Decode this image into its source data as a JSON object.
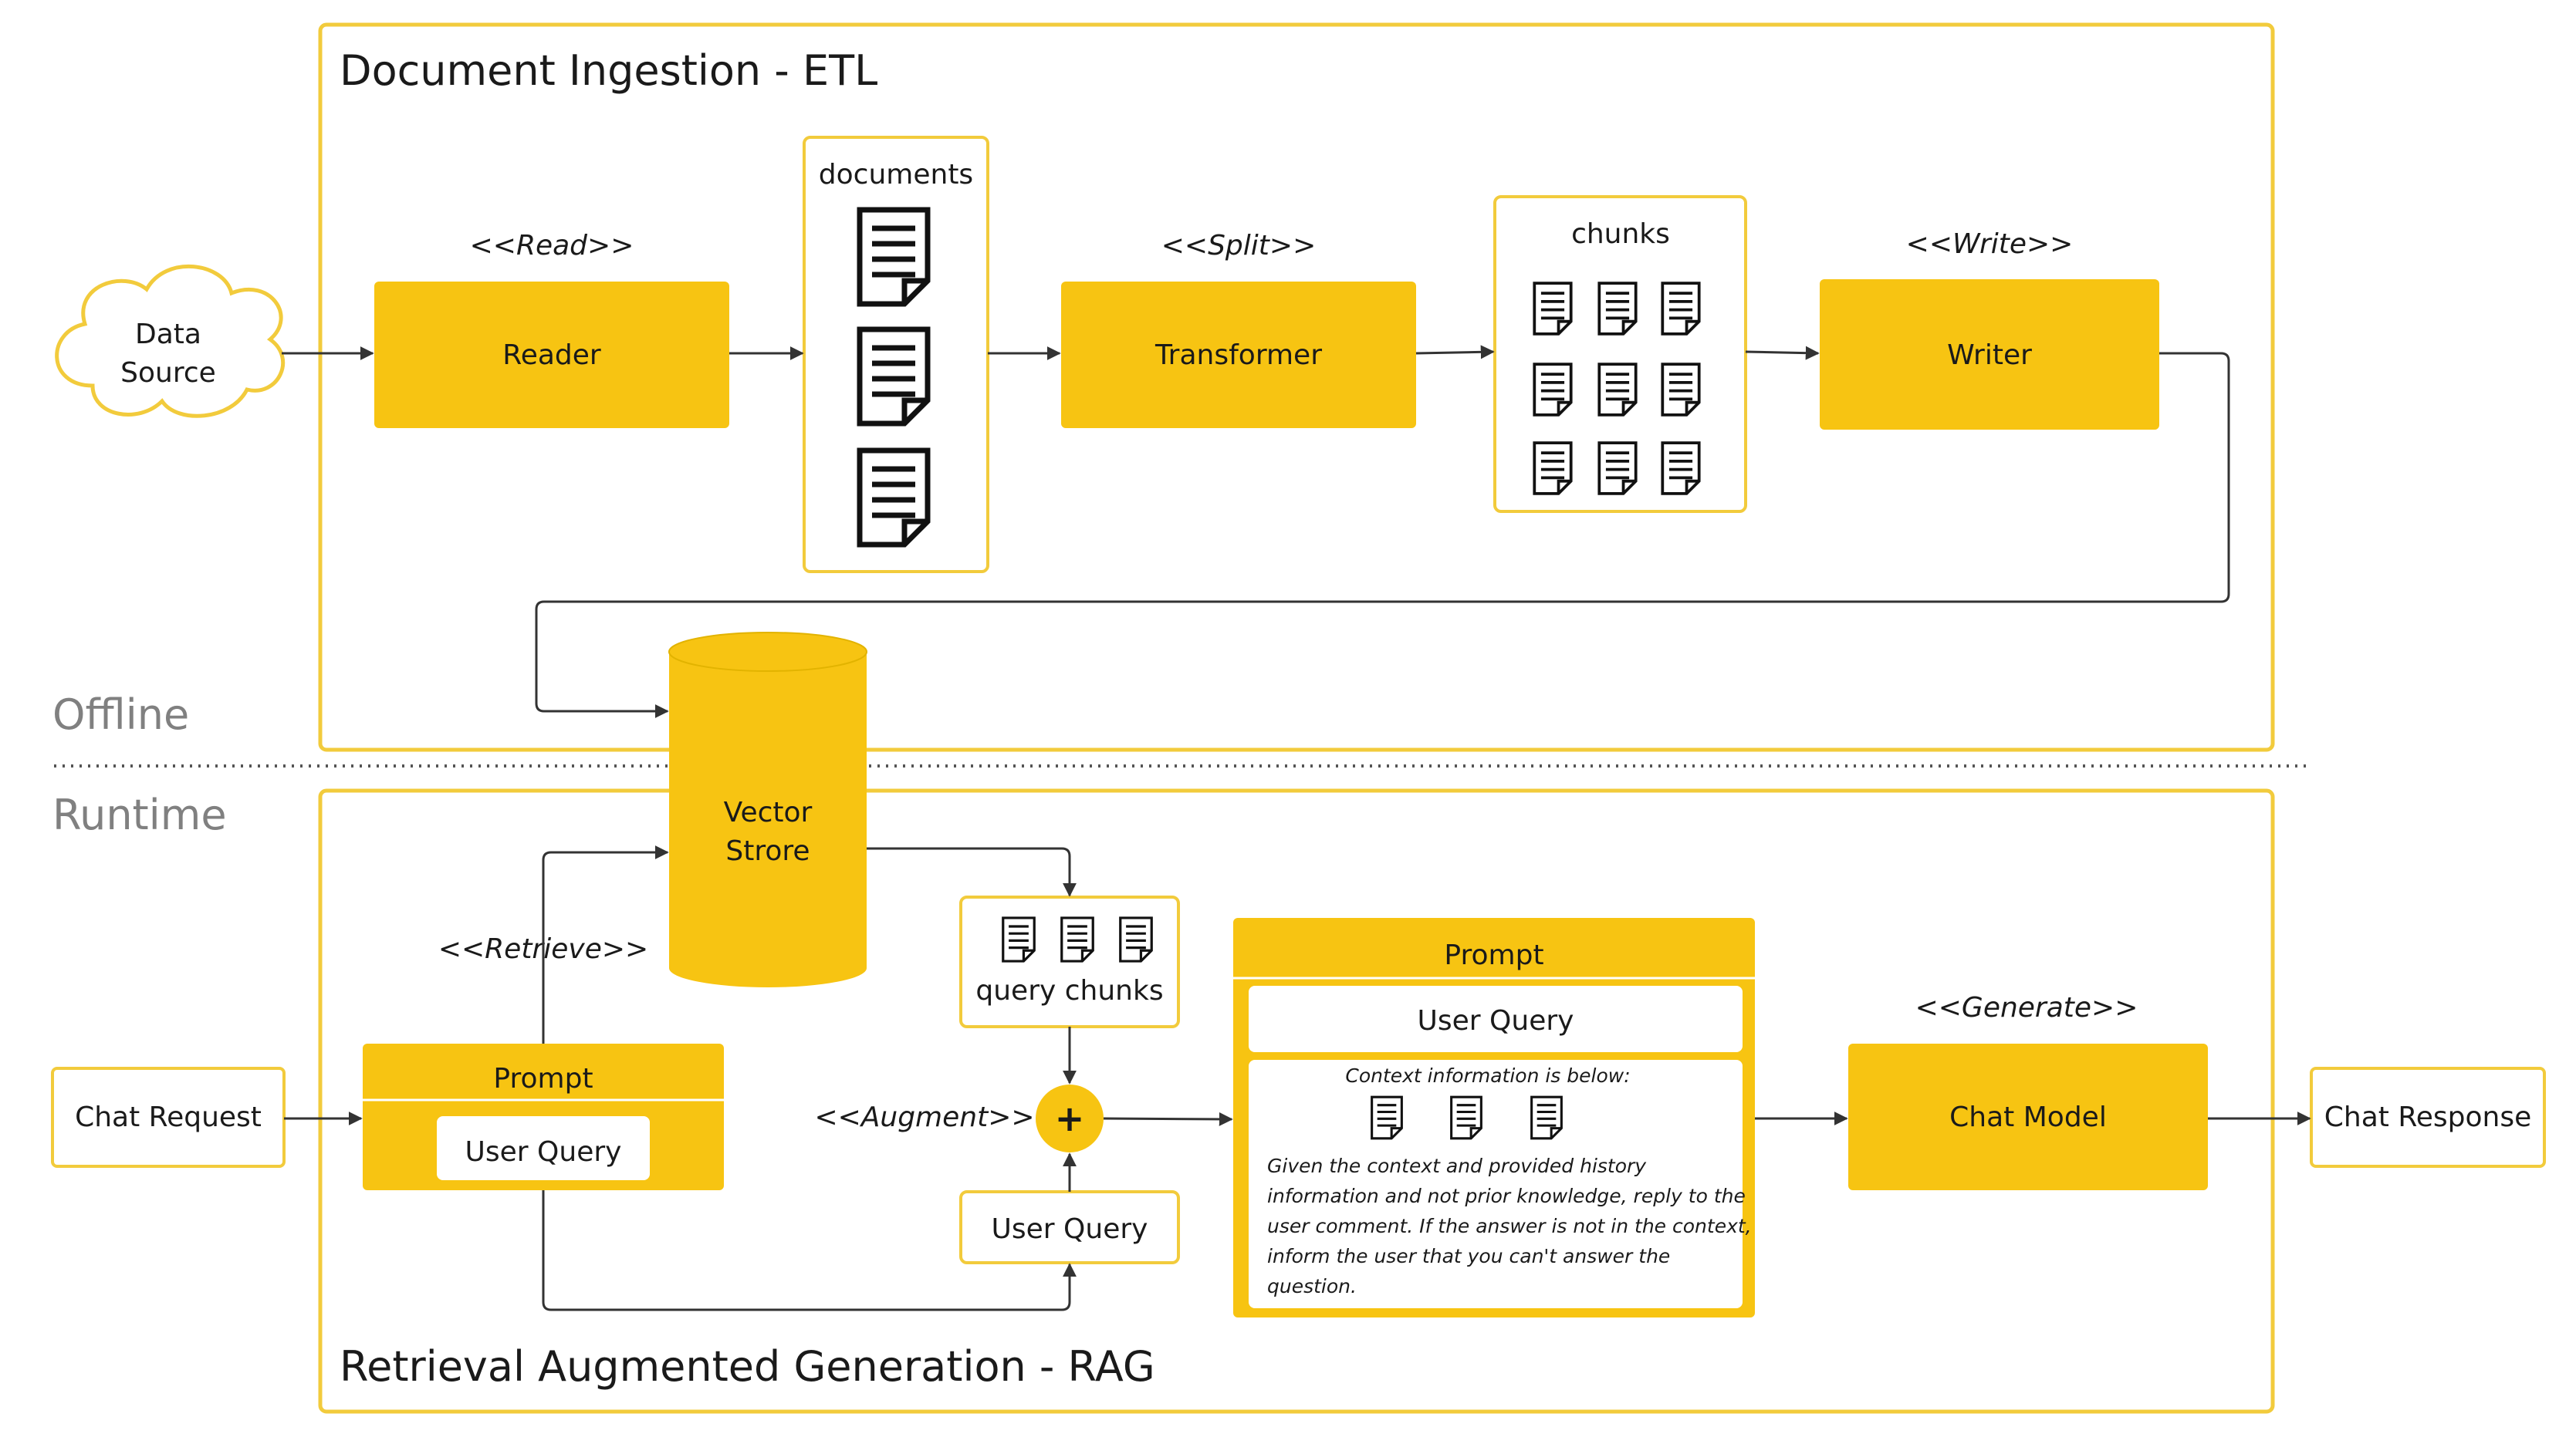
{
  "colors": {
    "accent": "#F7C412",
    "border": "#F2CB3C",
    "text": "#1A1A1A",
    "muted": "#808080",
    "line": "#333333"
  },
  "sections": {
    "etl_title": "Document Ingestion - ETL",
    "rag_title": "Retrieval Augmented Generation - RAG",
    "offline_label": "Offline",
    "runtime_label": "Runtime"
  },
  "etl": {
    "data_source_line1": "Data",
    "data_source_line2": "Source",
    "read_stereotype": "<<Read>>",
    "reader": "Reader",
    "documents_label": "documents",
    "split_stereotype": "<<Split>>",
    "transformer": "Transformer",
    "chunks_label": "chunks",
    "write_stereotype": "<<Write>>",
    "writer": "Writer",
    "vector_store_line1": "Vector",
    "vector_store_line2": "Strore"
  },
  "rag": {
    "chat_request": "Chat Request",
    "prompt_title": "Prompt",
    "user_query": "User Query",
    "retrieve_stereotype": "<<Retrieve>>",
    "query_chunks_label": "query chunks",
    "augment_stereotype": "<<Augment>>",
    "plus_symbol": "+",
    "user_query_box": "User Query",
    "augmented_prompt_title": "Prompt",
    "augmented_user_query": "User Query",
    "context_header": "Context information is below:",
    "instruction_lines": [
      "Given the context and provided history",
      "information and not prior knowledge, reply to the",
      "user comment. If the answer is not in the context,",
      "inform the user that you can't answer the",
      "question."
    ],
    "generate_stereotype": "<<Generate>>",
    "chat_model": "Chat Model",
    "chat_response": "Chat Response"
  }
}
